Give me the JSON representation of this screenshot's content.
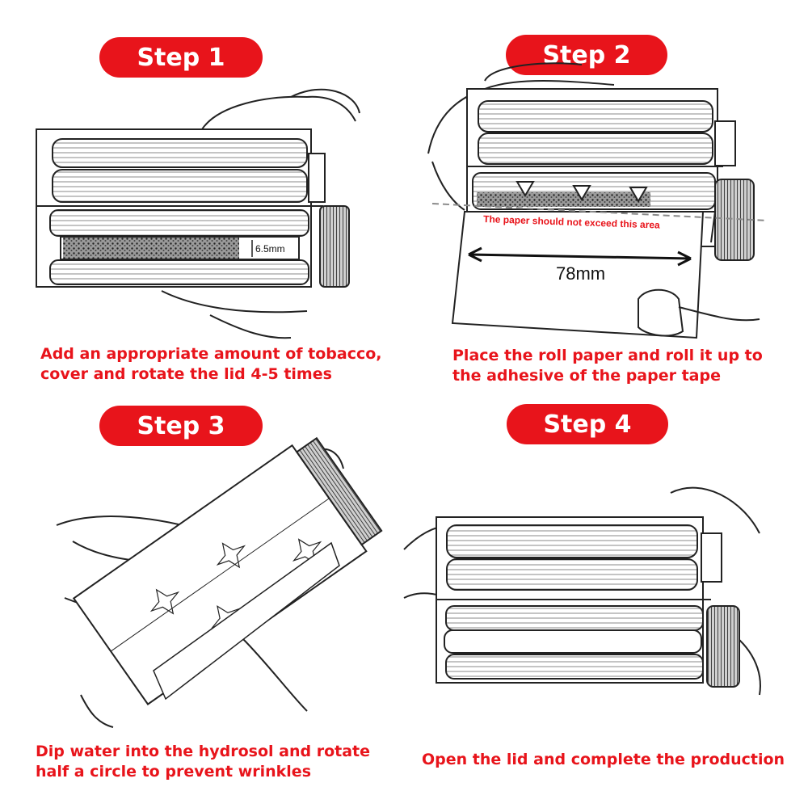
{
  "steps": [
    {
      "title": "Step 1",
      "caption": [
        "Add an appropriate amount of tobacco,",
        "cover and rotate the lid 4-5 times"
      ]
    },
    {
      "title": "Step 2",
      "caption": [
        "Place the roll paper and roll it up to",
        "the adhesive of the paper tape"
      ]
    },
    {
      "title": "Step 3",
      "caption": [
        "Dip water into the hydrosol and rotate",
        "half a circle to prevent wrinkles"
      ]
    },
    {
      "title": "Step 4",
      "caption": [
        "Open the lid and complete the production"
      ]
    }
  ],
  "labels": {
    "gap_measure": "6.5mm",
    "warning_text": "The paper should not exceed this area",
    "paper_width": "78mm"
  },
  "colors": {
    "accent": "#e8141b",
    "line": "#222222"
  }
}
